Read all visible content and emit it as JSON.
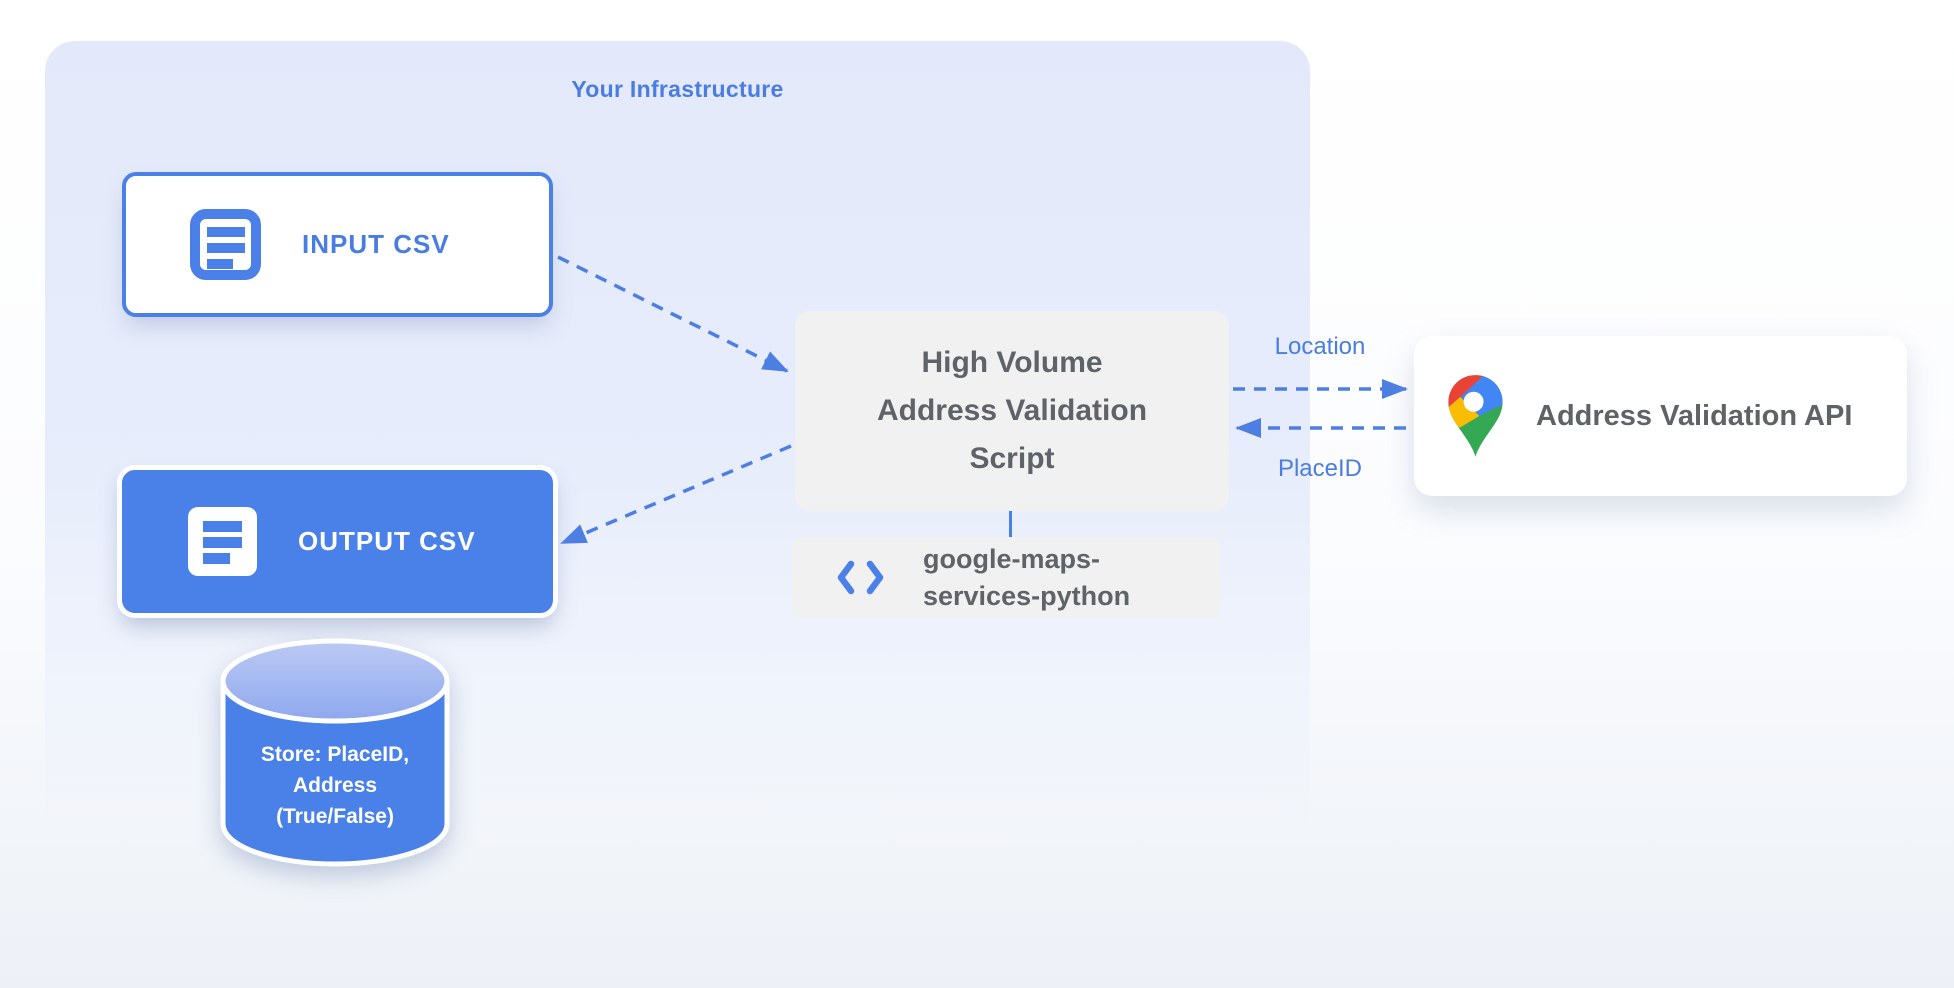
{
  "container": {
    "title": "Your Infrastructure"
  },
  "nodes": {
    "input_csv": {
      "label": "INPUT CSV",
      "icon": "document-icon"
    },
    "output_csv": {
      "label": "OUTPUT CSV",
      "icon": "document-icon"
    },
    "datastore": {
      "line1": "Store: PlaceID,",
      "line2": "Address",
      "line3": "(True/False)"
    },
    "script": {
      "line1": "High Volume",
      "line2": "Address Validation",
      "line3": "Script"
    },
    "library": {
      "line1": "google-maps-",
      "line2": "services-python",
      "icon": "code-icon"
    },
    "api": {
      "label": "Address Validation API",
      "icon": "google-maps-pin-icon"
    }
  },
  "edges": {
    "script_to_api": {
      "label": "Location"
    },
    "api_to_script": {
      "label": "PlaceID"
    }
  },
  "colors": {
    "accent_blue": "#4a80e8",
    "label_blue": "#4a7de2",
    "container_blue": "#e5ebfa",
    "box_gray": "#f1f1f2",
    "text_gray": "#5f6368",
    "cylinder_top_blue": "#a9bcf1",
    "pin_red": "#EA4335",
    "pin_blue": "#4285F4",
    "pin_yellow": "#FBBC04",
    "pin_green": "#34A853"
  }
}
